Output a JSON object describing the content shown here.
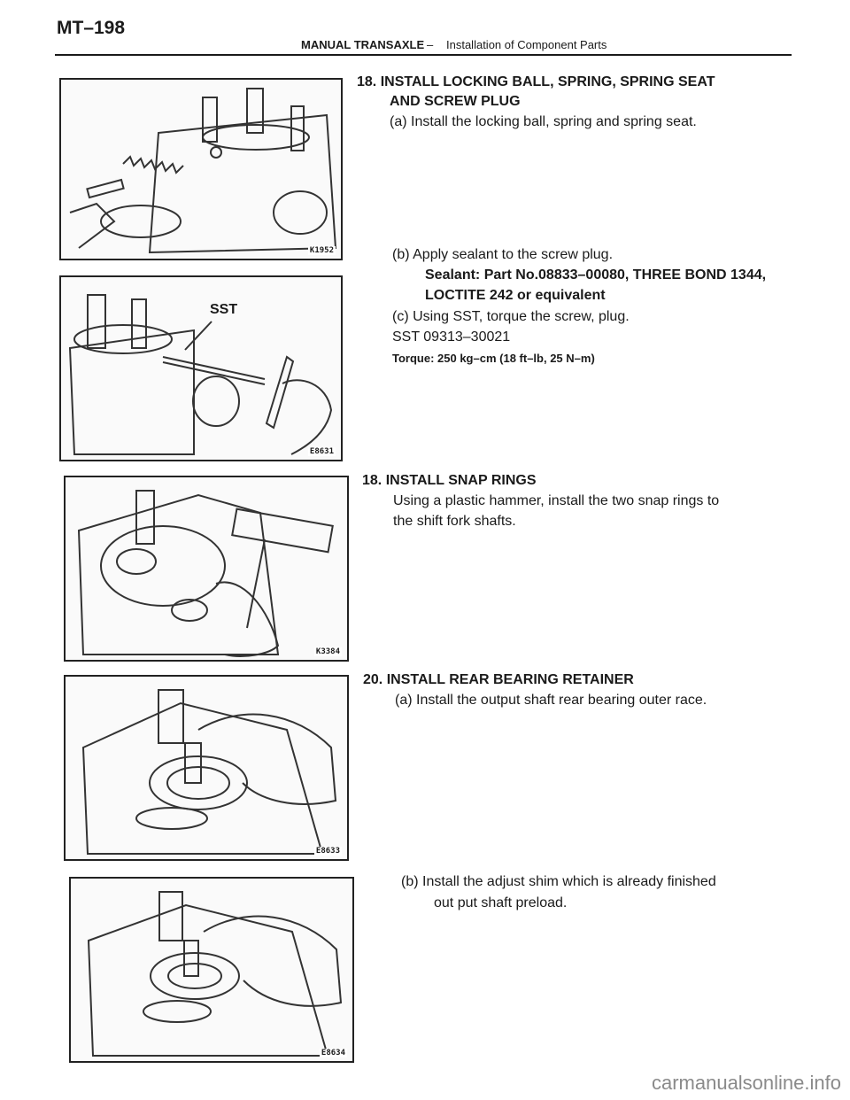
{
  "header": {
    "page_number": "MT–198",
    "section": "MANUAL TRANSAXLE",
    "separator": "–",
    "subsection": "Installation of Component Parts"
  },
  "figures": [
    {
      "code": "K1952",
      "callout": ""
    },
    {
      "code": "E8631",
      "callout": "SST"
    },
    {
      "code": "K3384",
      "callout": ""
    },
    {
      "code": "E8633",
      "callout": ""
    },
    {
      "code": "E8634",
      "callout": ""
    }
  ],
  "step1": {
    "heading_line1": "18. INSTALL LOCKING BALL, SPRING, SPRING SEAT",
    "heading_line2": "AND SCREW PLUG",
    "a": "(a) Install the locking ball, spring and spring seat.",
    "b": "(b) Apply sealant to the screw plug.",
    "sealant_line1": "Sealant: Part No.08833–00080, THREE BOND 1344,",
    "sealant_line2": "LOCTITE 242 or equivalent",
    "c": "(c) Using SST, torque the screw, plug.",
    "sst": "SST  09313–30021",
    "torque": "Torque: 250 kg–cm (18 ft–lb, 25 N–m)"
  },
  "step2": {
    "heading": "18. INSTALL SNAP RINGS",
    "line1": "Using a plastic hammer, install the two snap rings to",
    "line2": "the shift fork shafts."
  },
  "step3": {
    "heading": "20. INSTALL REAR BEARING RETAINER",
    "a": "(a) Install the output shaft rear bearing outer race.",
    "b_line1": "(b) Install the adjust shim which is already finished",
    "b_line2": "out put shaft preload."
  },
  "watermark": "carmanualsonline.info"
}
